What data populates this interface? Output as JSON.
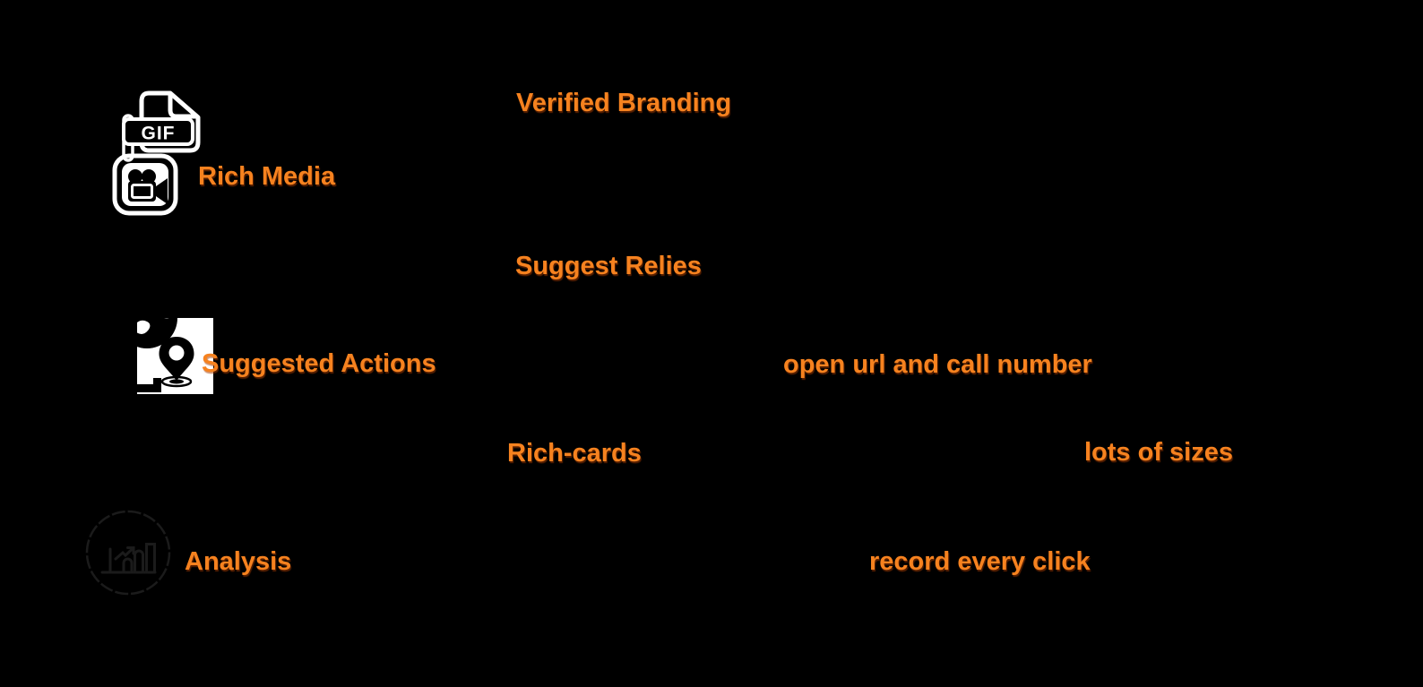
{
  "colors": {
    "background": "#000000",
    "accent": "#F6821F",
    "icon_stroke": "#FFFFFF",
    "icon_plate": "#FFFFFF",
    "faint_icon_stroke": "#1B1B1B"
  },
  "features": {
    "rich_media": {
      "label": "Rich Media",
      "icons": [
        "gif-file-icon",
        "video-camera-icon"
      ]
    },
    "verified_branding": {
      "label": "Verified Branding"
    },
    "suggest_replies": {
      "label": "Suggest Relies"
    },
    "suggested_actions": {
      "label": "Suggested Actions",
      "detail": "open url and call number",
      "icons": [
        "location-pin-icon"
      ]
    },
    "rich_cards": {
      "label": "Rich-cards",
      "detail": "lots of sizes"
    },
    "analysis": {
      "label": "Analysis",
      "detail": "record every click",
      "icons": [
        "bar-chart-icon"
      ]
    }
  },
  "icons": {
    "gif_badge_text": "GIF"
  }
}
